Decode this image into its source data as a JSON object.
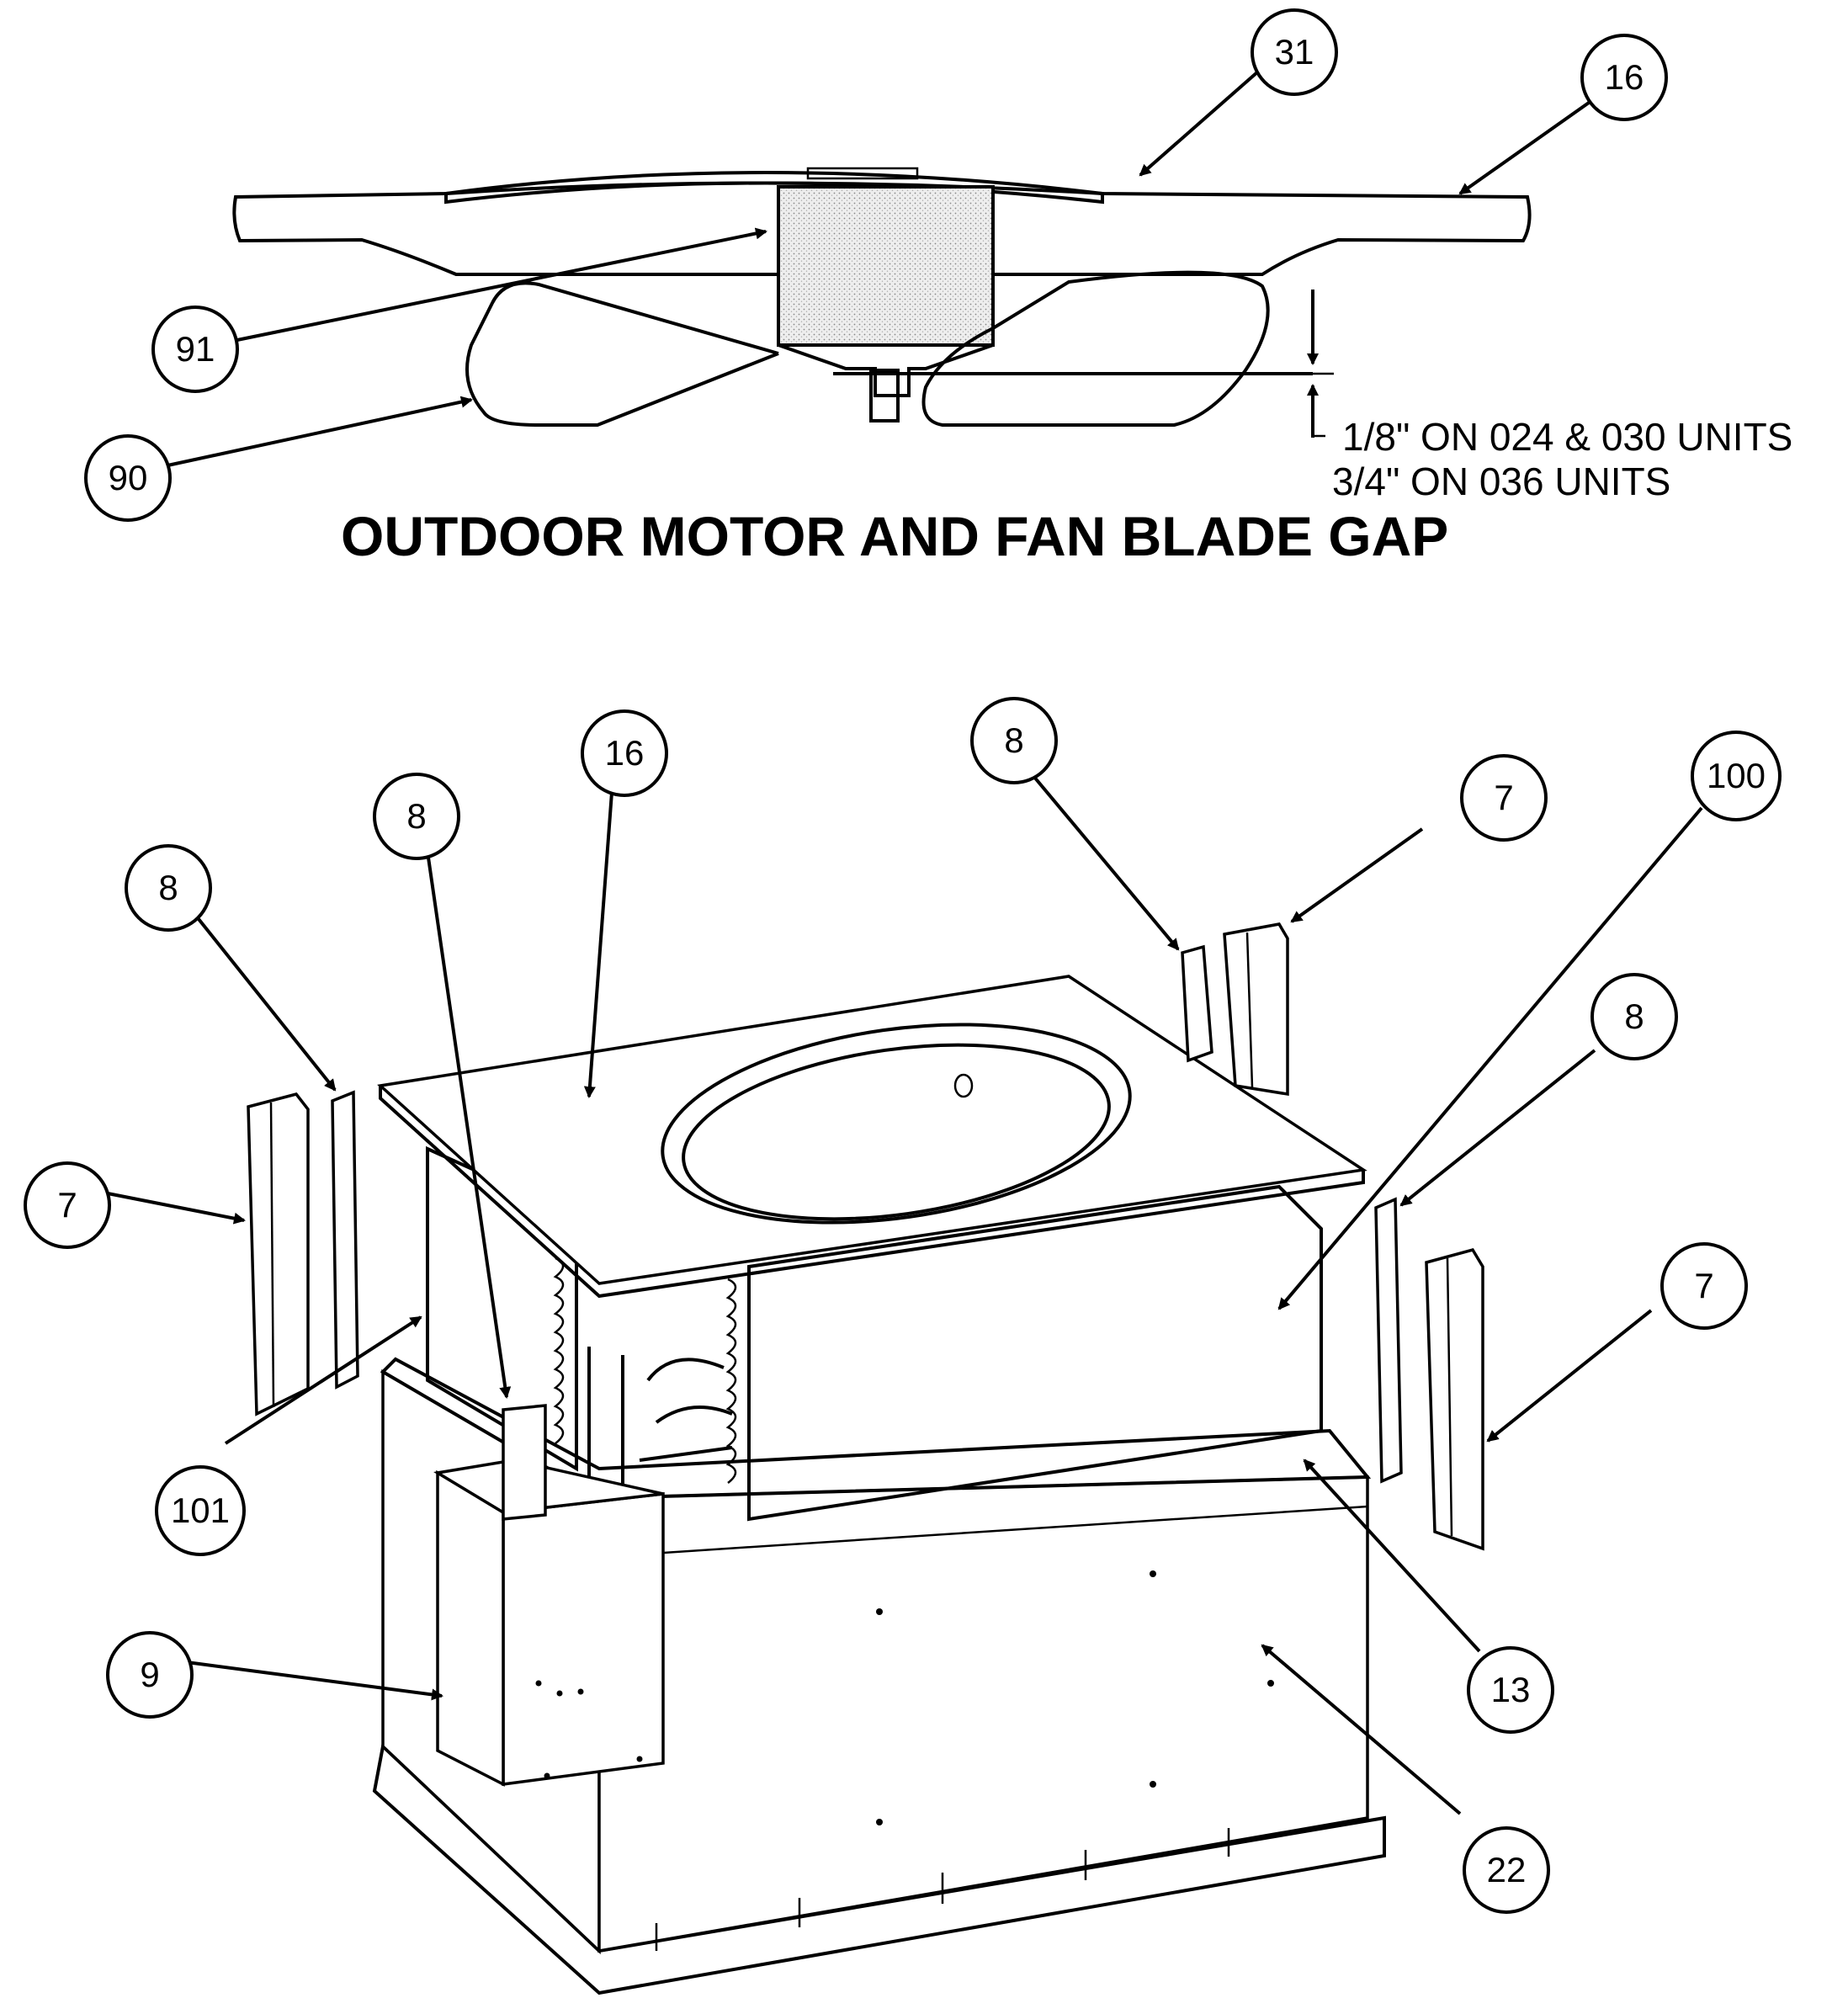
{
  "diagram": {
    "title": "OUTDOOR MOTOR AND FAN BLADE GAP",
    "gap_note": {
      "line1": "1/8\" ON 024 & 030 UNITS",
      "line2": "3/4\" ON 036 UNITS"
    },
    "callouts": [
      {
        "id": "c31",
        "label": "31"
      },
      {
        "id": "c16-top",
        "label": "16"
      },
      {
        "id": "c91",
        "label": "91"
      },
      {
        "id": "c90",
        "label": "90"
      },
      {
        "id": "c16-unit",
        "label": "16"
      },
      {
        "id": "c8-center",
        "label": "8"
      },
      {
        "id": "c8-left",
        "label": "8"
      },
      {
        "id": "c7-left",
        "label": "7"
      },
      {
        "id": "c101",
        "label": "101"
      },
      {
        "id": "c9",
        "label": "9"
      },
      {
        "id": "c8-top-right",
        "label": "8"
      },
      {
        "id": "c7-top-right",
        "label": "7"
      },
      {
        "id": "c100",
        "label": "100"
      },
      {
        "id": "c8-right",
        "label": "8"
      },
      {
        "id": "c7-right",
        "label": "7"
      },
      {
        "id": "c13",
        "label": "13"
      },
      {
        "id": "c22",
        "label": "22"
      }
    ]
  }
}
